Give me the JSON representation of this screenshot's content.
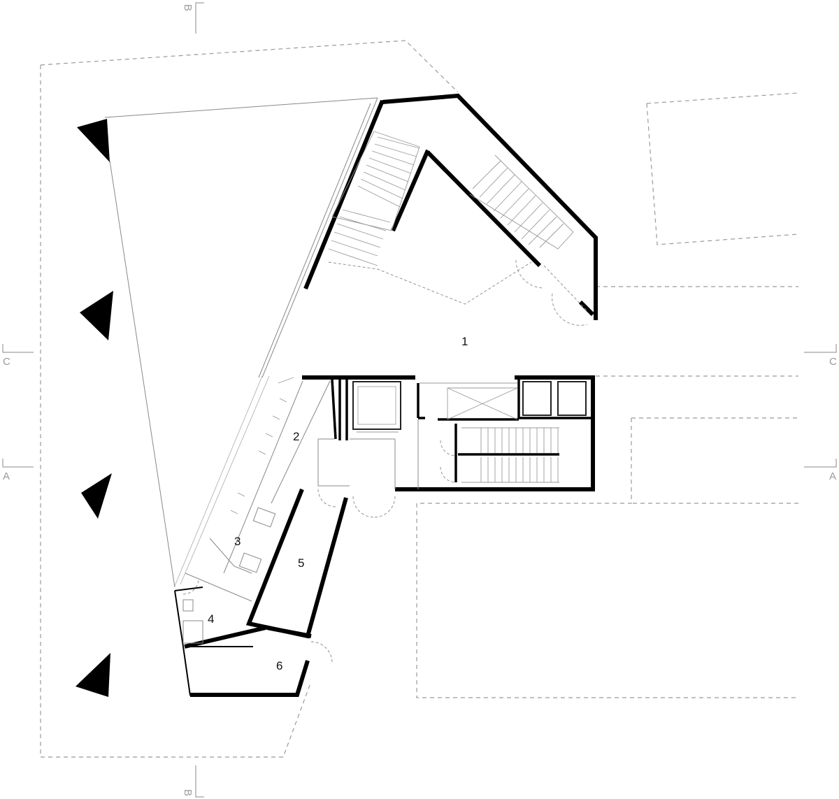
{
  "plan": {
    "rooms": [
      {
        "id": "room-1",
        "label": "1"
      },
      {
        "id": "room-2",
        "label": "2"
      },
      {
        "id": "room-3",
        "label": "3"
      },
      {
        "id": "room-4",
        "label": "4"
      },
      {
        "id": "room-5",
        "label": "5"
      },
      {
        "id": "room-6",
        "label": "6"
      }
    ],
    "section_marks": {
      "b_top": "B",
      "b_bottom": "B",
      "c_left": "C",
      "c_right": "C",
      "a_left": "A",
      "a_right": "A"
    }
  }
}
